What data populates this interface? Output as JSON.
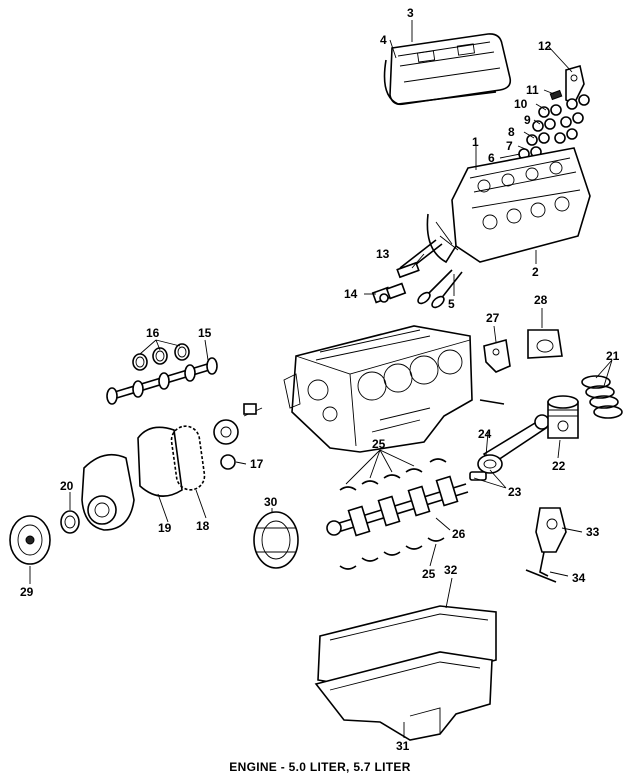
{
  "caption": "ENGINE - 5.0 LITER, 5.7 LITER",
  "callouts": {
    "c1": "1",
    "c2": "2",
    "c3": "3",
    "c4": "4",
    "c5": "5",
    "c6": "6",
    "c7": "7",
    "c8": "8",
    "c9": "9",
    "c10": "10",
    "c11": "11",
    "c12": "12",
    "c13": "13",
    "c14": "14",
    "c15": "15",
    "c16": "16",
    "c17": "17",
    "c18": "18",
    "c19": "19",
    "c20": "20",
    "c21": "21",
    "c22": "22",
    "c23": "23",
    "c24": "24",
    "c25a": "25",
    "c25b": "25",
    "c26": "26",
    "c27": "27",
    "c28": "28",
    "c29": "29",
    "c30": "30",
    "c31": "31",
    "c32": "32",
    "c33": "33",
    "c34": "34"
  }
}
